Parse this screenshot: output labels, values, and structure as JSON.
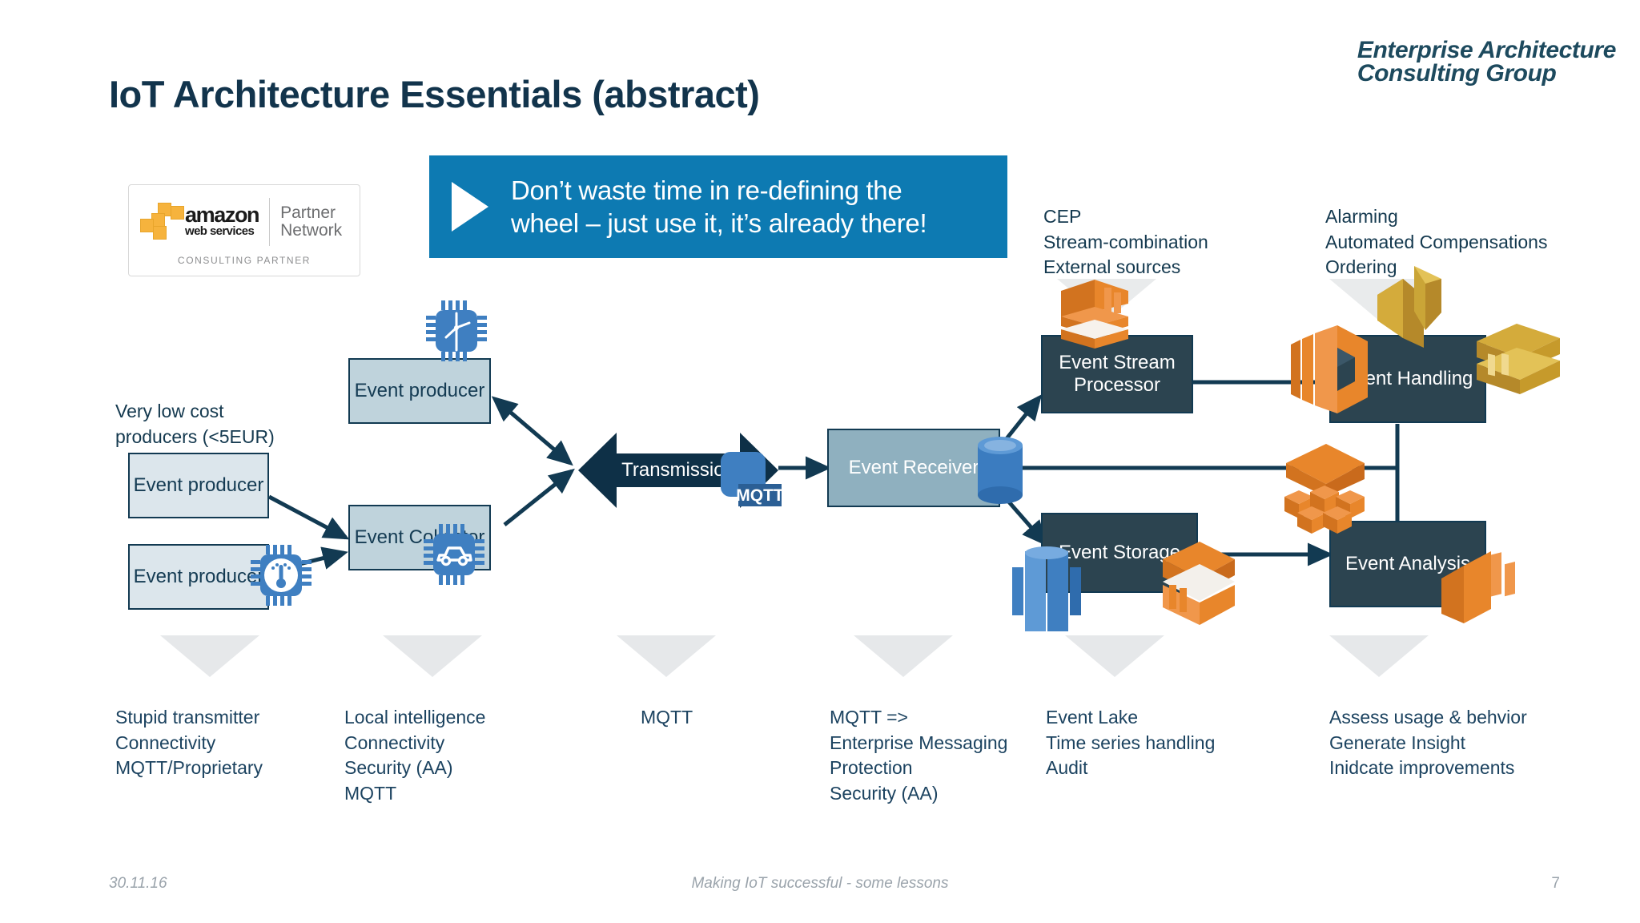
{
  "slide": {
    "title": "IoT Architecture Essentials (abstract)",
    "brand": {
      "line1": "Enterprise Architecture",
      "line2": "Consulting Group"
    },
    "aws_logo": {
      "word": "amazon",
      "sub": "web services",
      "partner_line1": "Partner",
      "partner_line2": "Network",
      "caption": "CONSULTING PARTNER"
    },
    "callout": {
      "line1": "Don’t waste time in re-defining the",
      "line2": "wheel – just use it, it’s already there!"
    },
    "footer": {
      "date": "30.11.16",
      "center": "Making IoT successful - some lessons",
      "page": "7"
    },
    "colors": {
      "accent_blue": "#0d7ab2",
      "dark_navy": "#12344c",
      "box_light": "#bfd3dc",
      "box_mid": "#8fb0bf",
      "box_dark": "#2c4450",
      "aws_orange": "#e8862b",
      "aws_yellow": "#cfa52c",
      "aws_blue": "#3f7fc1",
      "gray_triangle": "#e6e8ea"
    }
  },
  "diagram": {
    "left_note": "Very low cost\nproducers (<5EUR)",
    "nodes": {
      "producer_top": "Event\nproducer",
      "producer_mid": "Event\nproducer",
      "producer_bottom": "Event\nproducer",
      "collector": "Event\nCollector",
      "transmission": "Transmission",
      "mqtt_badge": "MQTT",
      "receiver": "Event\nReceiver",
      "stream_processor": "Event Stream\nProcessor",
      "storage": "Event Storage",
      "handling": "Event\nHandling",
      "analysis": "Event\nAnalysis"
    },
    "annotations": {
      "cep": "CEP\nStream-combination\nExternal sources",
      "alarming": "Alarming\nAutomated Compensations\nOrdering"
    }
  },
  "captions": [
    "Stupid transmitter\nConnectivity\nMQTT/Proprietary",
    "Local intelligence\nConnectivity\nSecurity (AA)\nMQTT",
    "MQTT",
    "MQTT =>\nEnterprise Messaging\nProtection\nSecurity (AA)",
    "Event Lake\nTime series handling\nAudit",
    "Assess usage & behvior\nGenerate Insight\nInidcate improvements"
  ],
  "icons": {
    "chip_thermometer": "chip-thermometer-icon",
    "chip_windturbine": "chip-wind-turbine-icon",
    "chip_car": "chip-car-icon",
    "mqtt": "mqtt-icon",
    "database": "database-cylinder-icon",
    "kinesis": "aws-kinesis-icon",
    "lambda": "aws-lambda-icon",
    "sns": "aws-sns-icon",
    "ses": "aws-ses-icon",
    "redshift": "aws-redshift-icon",
    "s3": "aws-s3-icon",
    "emr": "aws-emr-icon",
    "kinesis_analytics": "aws-kinesis-analytics-icon"
  }
}
